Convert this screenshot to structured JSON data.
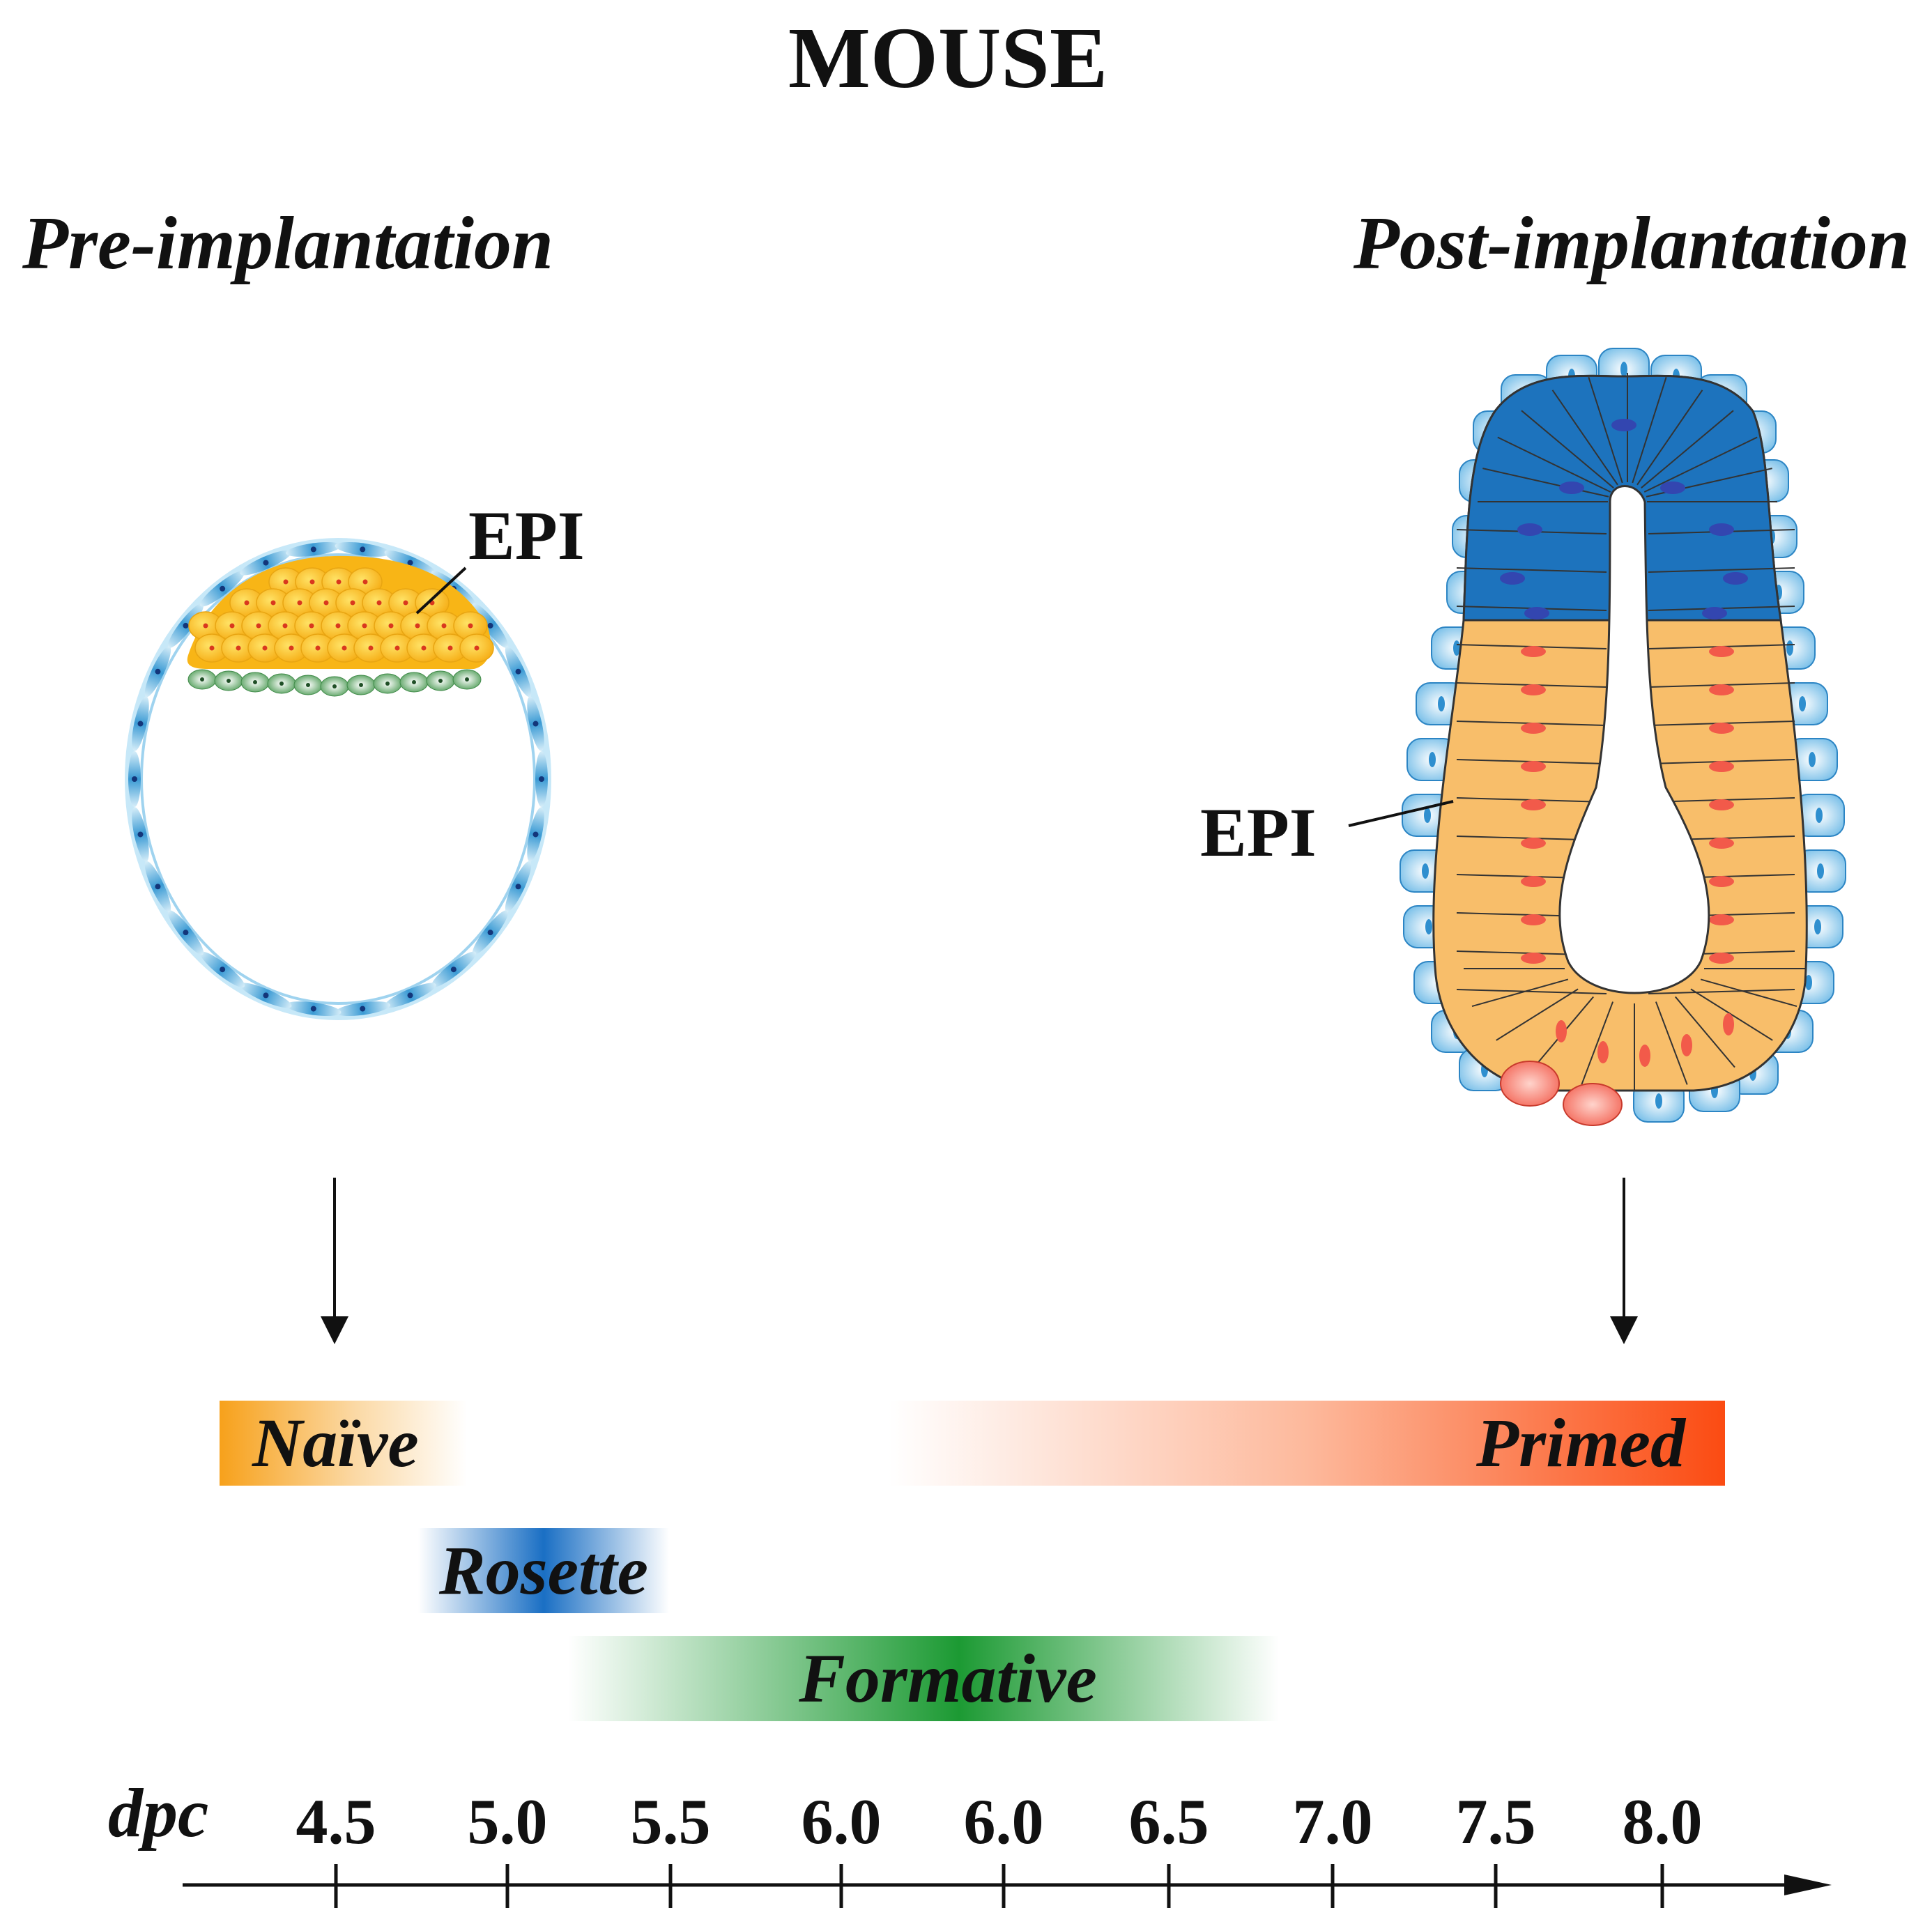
{
  "title": "MOUSE",
  "stages": {
    "pre": "Pre-implantation",
    "post": "Post-implantation"
  },
  "labels": {
    "epi_left": "EPI",
    "epi_right": "EPI"
  },
  "states": [
    {
      "label": "Naïve",
      "color": "#f7a11b"
    },
    {
      "label": "Primed",
      "color": "#fb4b12"
    },
    {
      "label": "Rosette",
      "color": "#1a6fc4"
    },
    {
      "label": "Formative",
      "color": "#1c9a33"
    }
  ],
  "axis": {
    "label": "dpc",
    "ticks": [
      "4.5",
      "5.0",
      "5.5",
      "6.0",
      "6.0",
      "6.5",
      "7.0",
      "7.5",
      "8.0"
    ]
  },
  "colors": {
    "epi_yellow": "#f9c618",
    "epi_orange": "#f8be6a",
    "epi_blue": "#1d73bd",
    "trophectoderm": "#43a2d6",
    "primitive_endoderm": "#5aa35c",
    "nuclei_red": "#f05a4a"
  }
}
